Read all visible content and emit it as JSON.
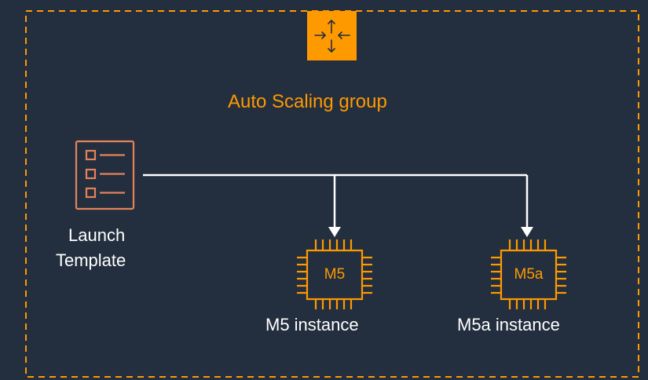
{
  "group": {
    "label": "Auto Scaling group",
    "icon": "auto-scaling-icon"
  },
  "launch_template": {
    "label_line1": "Launch",
    "label_line2": "Template",
    "icon": "launch-template-icon"
  },
  "instances": [
    {
      "chip_text": "M5",
      "label": "M5 instance",
      "icon": "processor-chip-icon"
    },
    {
      "chip_text": "M5a",
      "label": "M5a instance",
      "icon": "processor-chip-icon"
    }
  ],
  "colors": {
    "background": "#232f3e",
    "accent": "#ff9900",
    "template": "#e5825a",
    "line": "#ffffff"
  }
}
